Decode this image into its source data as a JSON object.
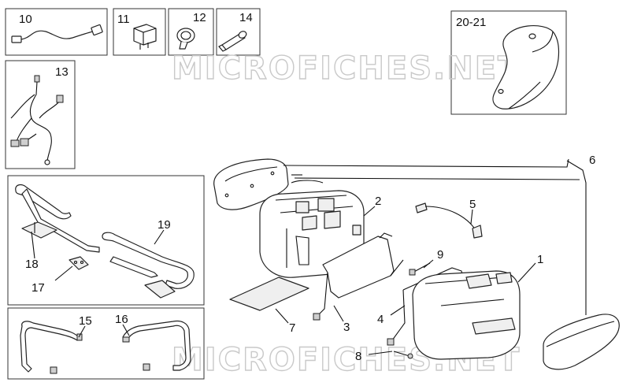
{
  "watermark": "MICROFICHES.NET",
  "box_labels": {
    "b10": "10",
    "b11": "11",
    "b12": "12",
    "b14": "14",
    "b13": "13",
    "b2021": "20-21"
  },
  "callouts": {
    "c1": "1",
    "c2": "2",
    "c3": "3",
    "c4": "4",
    "c5": "5",
    "c6": "6",
    "c7": "7",
    "c8": "8",
    "c9": "9",
    "c15": "15",
    "c16": "16",
    "c17": "17",
    "c18": "18",
    "c19": "19"
  }
}
